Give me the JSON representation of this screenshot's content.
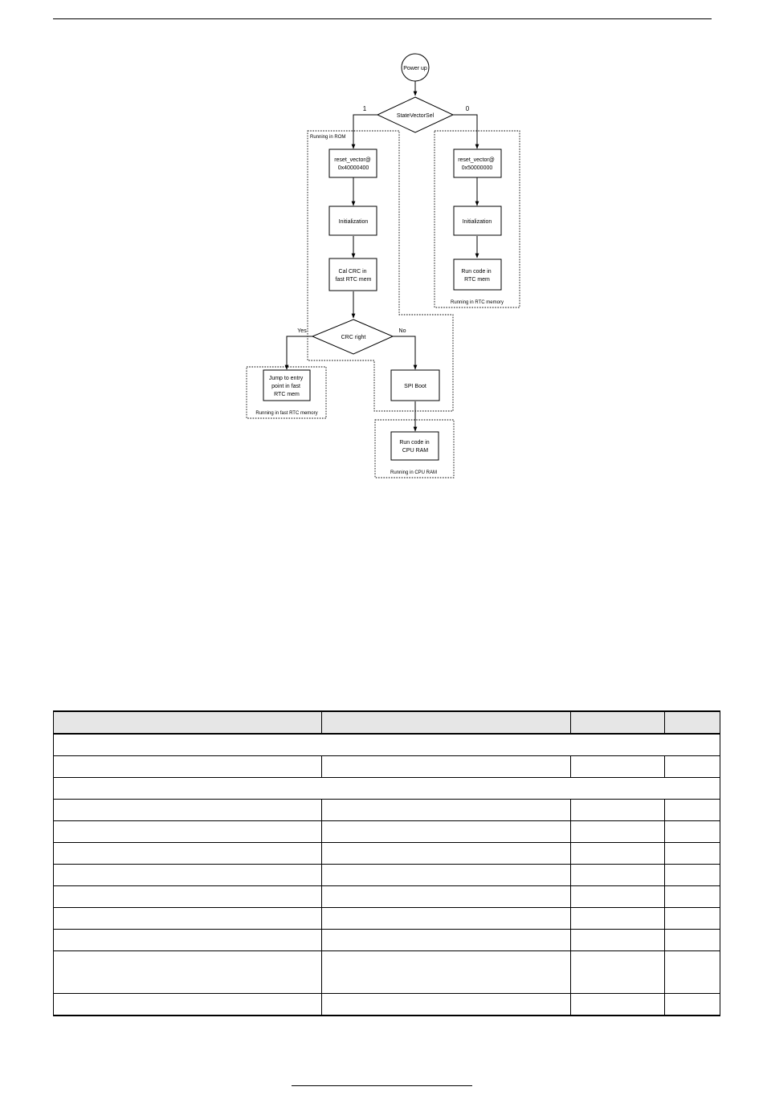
{
  "flowchart": {
    "nodes": {
      "power_up": "Power up",
      "state_vector_sel": "StateVectorSel",
      "rom_reset": [
        "reset_vector@",
        "0x40000400"
      ],
      "rom_init": "Initialization",
      "cal_crc": [
        "Cal CRC in",
        "fast RTC mem"
      ],
      "crc_right": "CRC right",
      "jump_entry": [
        "Jump to entry",
        "point in fast",
        "RTC mem"
      ],
      "spi_boot": "SPI Boot",
      "run_cpu_ram": [
        "Run code in",
        "CPU RAM"
      ],
      "rtc_reset": [
        "reset_vector@",
        "0x50000000"
      ],
      "rtc_init": "Initialization",
      "run_rtc": [
        "Run code in",
        "RTC mem"
      ]
    },
    "edge_labels": {
      "branch_1": "1",
      "branch_0": "0",
      "yes": "Yes",
      "no": "No"
    },
    "regions": {
      "rom": "Running in ROM",
      "rtc_memory": "Running in RTC memory",
      "fast_rtc": "Running in fast RTC memory",
      "cpu_ram": "Running in CPU RAM"
    }
  }
}
